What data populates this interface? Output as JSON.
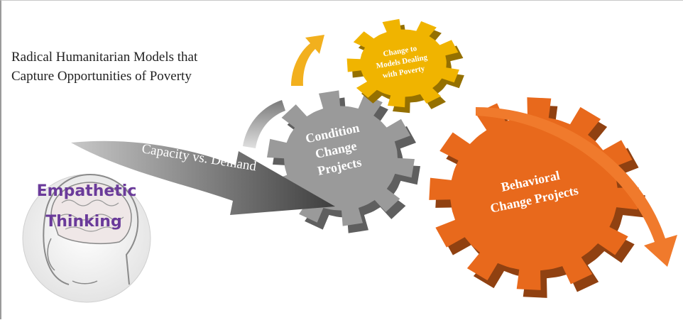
{
  "title": {
    "line1": "Radical Humanitarian Models that",
    "line2": "Capture Opportunities of Poverty"
  },
  "arrow": {
    "label": "Capacity vs. Demand"
  },
  "head": {
    "line1": "Empathetic",
    "line2": "Thinking"
  },
  "gears": {
    "yellow": {
      "line1": "Change to",
      "line2": "Models Dealing",
      "line3": "with Poverty",
      "color": "#f0b400"
    },
    "gray": {
      "line1": "Condition",
      "line2": "Change",
      "line3": "Projects",
      "color": "#9a9a9a"
    },
    "orange": {
      "line1": "Behavioral",
      "line2": "Change Projects",
      "color": "#e8691c"
    }
  }
}
